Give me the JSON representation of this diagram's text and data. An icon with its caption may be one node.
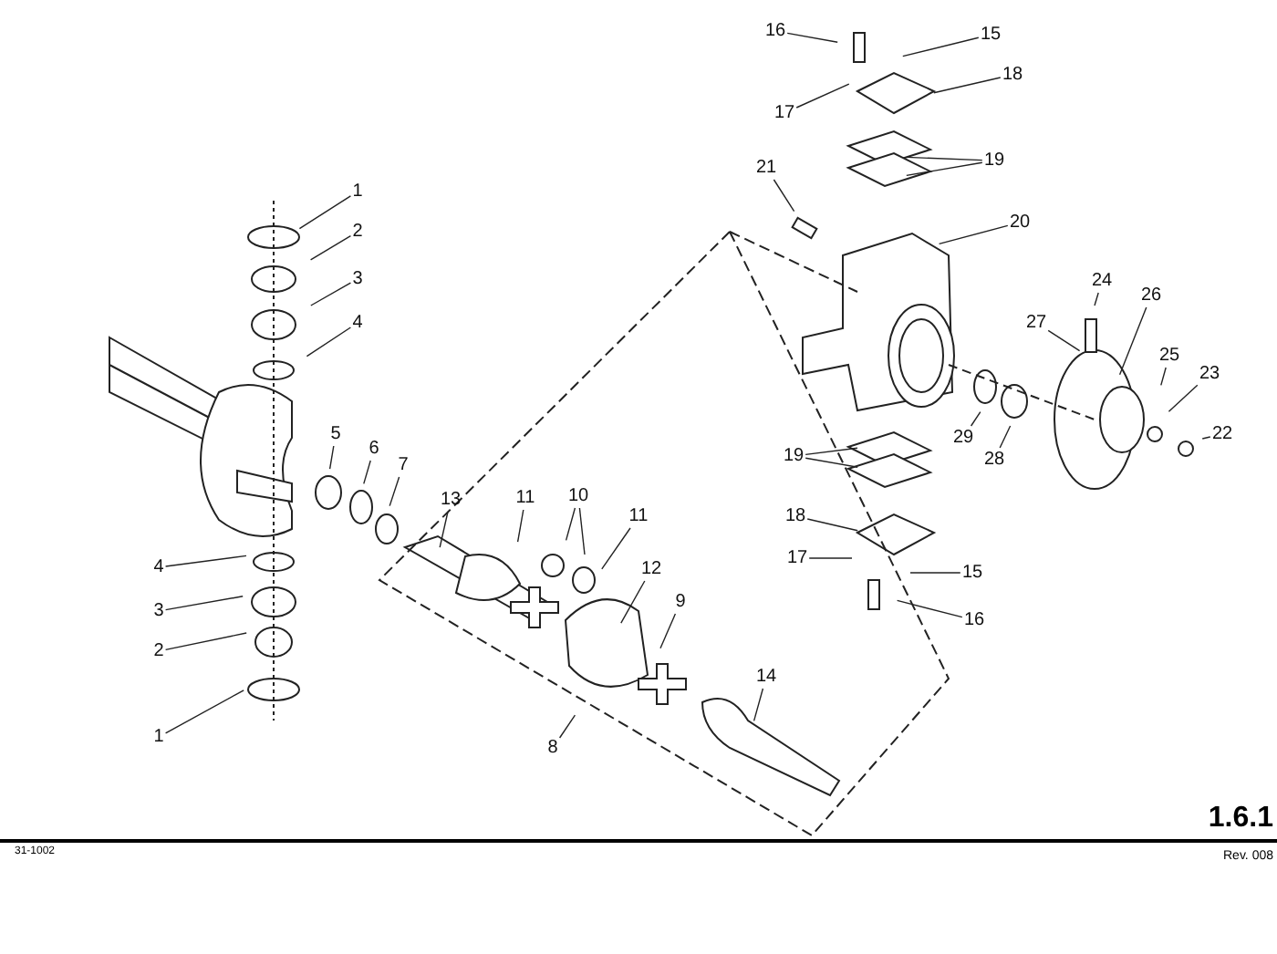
{
  "diagram": {
    "nodes": [
      {
        "text": [
          "1"
        ]
      },
      {
        "text": [
          "2"
        ]
      },
      {
        "text": [
          "3"
        ]
      },
      {
        "text": [
          "4"
        ]
      },
      {
        "text": [
          "5"
        ]
      },
      {
        "text": [
          "6"
        ]
      },
      {
        "text": [
          "7"
        ]
      },
      {
        "text": [
          "13"
        ]
      },
      {
        "text": [
          "11"
        ]
      },
      {
        "text": [
          "10"
        ]
      },
      {
        "text": [
          "11"
        ]
      },
      {
        "text": [
          "12"
        ]
      },
      {
        "text": [
          "9"
        ]
      },
      {
        "text": [
          "8"
        ]
      },
      {
        "text": [
          "14"
        ]
      },
      {
        "text": [
          "4"
        ]
      },
      {
        "text": [
          "3"
        ]
      },
      {
        "text": [
          "2"
        ]
      },
      {
        "text": [
          "1"
        ]
      },
      {
        "text": [
          "16"
        ]
      },
      {
        "text": [
          "15"
        ]
      },
      {
        "text": [
          "18"
        ]
      },
      {
        "text": [
          "17"
        ]
      },
      {
        "text": [
          "19"
        ]
      },
      {
        "text": [
          "21"
        ]
      },
      {
        "text": [
          "20"
        ]
      },
      {
        "text": [
          "24"
        ]
      },
      {
        "text": [
          "27"
        ]
      },
      {
        "text": [
          "26"
        ]
      },
      {
        "text": [
          "25"
        ]
      },
      {
        "text": [
          "23"
        ]
      },
      {
        "text": [
          "22"
        ]
      },
      {
        "text": [
          "29"
        ]
      },
      {
        "text": [
          "28"
        ]
      },
      {
        "text": [
          "19"
        ]
      },
      {
        "text": [
          "18"
        ]
      },
      {
        "text": [
          "17"
        ]
      },
      {
        "text": [
          "15"
        ]
      },
      {
        "text": [
          "16"
        ]
      }
    ],
    "edges": [
      {
        "from": 0,
        "to": null,
        "arrow": "none"
      },
      {
        "from": 1,
        "to": null,
        "arrow": "none"
      },
      {
        "from": 2,
        "to": null,
        "arrow": "none"
      },
      {
        "from": 3,
        "to": null,
        "arrow": "none"
      },
      {
        "from": 4,
        "to": null,
        "arrow": "none"
      },
      {
        "from": 5,
        "to": null,
        "arrow": "none"
      },
      {
        "from": 6,
        "to": null,
        "arrow": "none"
      },
      {
        "from": 7,
        "to": null,
        "arrow": "none"
      },
      {
        "from": 8,
        "to": null,
        "arrow": "none"
      },
      {
        "from": 9,
        "to": null,
        "arrow": "none"
      },
      {
        "from": 9,
        "to": null,
        "arrow": "none"
      },
      {
        "from": 10,
        "to": null,
        "arrow": "none"
      },
      {
        "from": 11,
        "to": null,
        "arrow": "none"
      },
      {
        "from": 12,
        "to": null,
        "arrow": "none"
      },
      {
        "from": 13,
        "to": null,
        "arrow": "none"
      },
      {
        "from": 14,
        "to": null,
        "arrow": "none"
      },
      {
        "from": 15,
        "to": null,
        "arrow": "none"
      },
      {
        "from": 16,
        "to": null,
        "arrow": "none"
      },
      {
        "from": 17,
        "to": null,
        "arrow": "none"
      },
      {
        "from": 18,
        "to": null,
        "arrow": "none"
      },
      {
        "from": 19,
        "to": null,
        "arrow": "none"
      },
      {
        "from": 20,
        "to": null,
        "arrow": "none"
      },
      {
        "from": 21,
        "to": null,
        "arrow": "none"
      },
      {
        "from": 22,
        "to": null,
        "arrow": "none"
      },
      {
        "from": 23,
        "to": null,
        "arrow": "none"
      },
      {
        "from": 23,
        "to": null,
        "arrow": "none"
      },
      {
        "from": 24,
        "to": null,
        "arrow": "none"
      },
      {
        "from": 25,
        "to": null,
        "arrow": "none"
      },
      {
        "from": 26,
        "to": null,
        "arrow": "none"
      },
      {
        "from": 27,
        "to": null,
        "arrow": "none"
      },
      {
        "from": 28,
        "to": null,
        "arrow": "none"
      },
      {
        "from": 29,
        "to": null,
        "arrow": "none"
      },
      {
        "from": 30,
        "to": null,
        "arrow": "none"
      },
      {
        "from": 31,
        "to": null,
        "arrow": "none"
      },
      {
        "from": 32,
        "to": null,
        "arrow": "none"
      },
      {
        "from": 33,
        "to": null,
        "arrow": "none"
      },
      {
        "from": 34,
        "to": null,
        "arrow": "none"
      },
      {
        "from": 34,
        "to": null,
        "arrow": "none"
      },
      {
        "from": 35,
        "to": null,
        "arrow": "none"
      },
      {
        "from": 36,
        "to": null,
        "arrow": "none"
      },
      {
        "from": 37,
        "to": null,
        "arrow": "none"
      },
      {
        "from": 38,
        "to": null,
        "arrow": "none"
      }
    ],
    "labels": [
      "1.6.1",
      "31-1002",
      "Rev. 008"
    ]
  }
}
